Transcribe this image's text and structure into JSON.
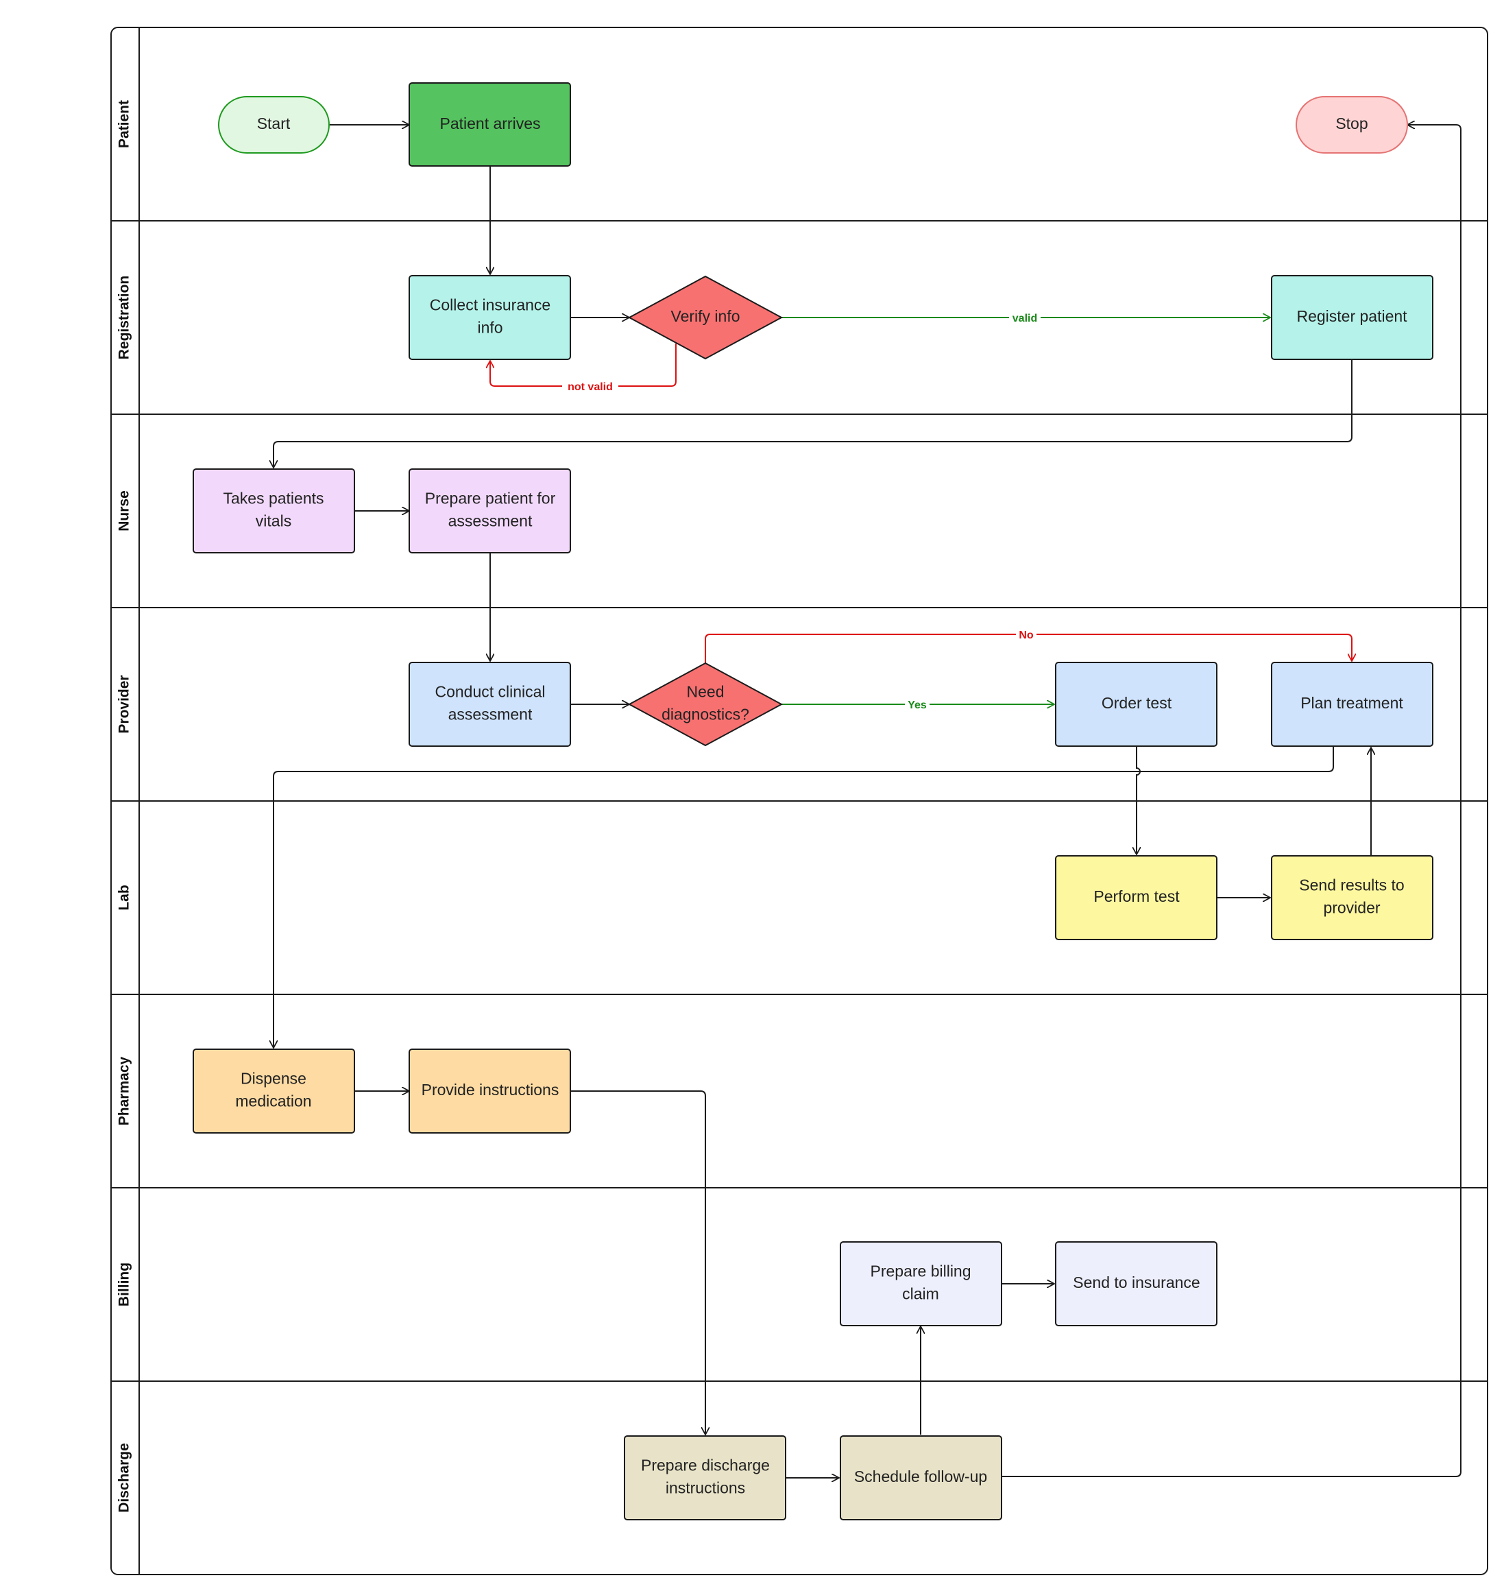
{
  "lanes": [
    {
      "id": "patient",
      "label": "Patient"
    },
    {
      "id": "registration",
      "label": "Registration"
    },
    {
      "id": "nurse",
      "label": "Nurse"
    },
    {
      "id": "provider",
      "label": "Provider"
    },
    {
      "id": "lab",
      "label": "Lab"
    },
    {
      "id": "pharmacy",
      "label": "Pharmacy"
    },
    {
      "id": "billing",
      "label": "Billing"
    },
    {
      "id": "discharge",
      "label": "Discharge"
    }
  ],
  "nodes": {
    "start": {
      "lines": [
        "Start"
      ],
      "fill": "#e2f7e2",
      "stroke": "#1f9a1f"
    },
    "patient_arrives": {
      "lines": [
        "Patient arrives"
      ],
      "fill": "#55c35f",
      "stroke": "#1b1b1b"
    },
    "stop": {
      "lines": [
        "Stop"
      ],
      "fill": "#ffd4d4",
      "stroke": "#e57373"
    },
    "collect_insurance": {
      "lines": [
        "Collect insurance",
        "info"
      ],
      "fill": "#b5f3ea",
      "stroke": "#1b1b1b"
    },
    "verify_info": {
      "lines": [
        "Verify info"
      ],
      "fill": "#f87171",
      "stroke": "#1b1b1b"
    },
    "register_patient": {
      "lines": [
        "Register patient"
      ],
      "fill": "#b5f3ea",
      "stroke": "#1b1b1b"
    },
    "takes_vitals": {
      "lines": [
        "Takes patients",
        "vitals"
      ],
      "fill": "#f2d9fb",
      "stroke": "#1b1b1b"
    },
    "prepare_assessment": {
      "lines": [
        "Prepare patient for",
        "assessment"
      ],
      "fill": "#f2d9fb",
      "stroke": "#1b1b1b"
    },
    "conduct_assessment": {
      "lines": [
        "Conduct clinical",
        "assessment"
      ],
      "fill": "#cfe3fc",
      "stroke": "#1b1b1b"
    },
    "need_diagnostics": {
      "lines": [
        "Need",
        "diagnostics?"
      ],
      "fill": "#f87171",
      "stroke": "#1b1b1b"
    },
    "order_test": {
      "lines": [
        "Order test"
      ],
      "fill": "#cfe3fc",
      "stroke": "#1b1b1b"
    },
    "plan_treatment": {
      "lines": [
        "Plan treatment"
      ],
      "fill": "#cfe3fc",
      "stroke": "#1b1b1b"
    },
    "perform_test": {
      "lines": [
        "Perform test"
      ],
      "fill": "#fdf7a0",
      "stroke": "#1b1b1b"
    },
    "send_results": {
      "lines": [
        "Send results to",
        "provider"
      ],
      "fill": "#fdf7a0",
      "stroke": "#1b1b1b"
    },
    "dispense_medication": {
      "lines": [
        "Dispense",
        "medication"
      ],
      "fill": "#fddba3",
      "stroke": "#1b1b1b"
    },
    "provide_instructions": {
      "lines": [
        "Provide instructions"
      ],
      "fill": "#fddba3",
      "stroke": "#1b1b1b"
    },
    "prepare_billing": {
      "lines": [
        "Prepare billing",
        "claim"
      ],
      "fill": "#eeeffd",
      "stroke": "#1b1b1b"
    },
    "send_insurance": {
      "lines": [
        "Send  to insurance"
      ],
      "fill": "#eeeffd",
      "stroke": "#1b1b1b"
    },
    "prepare_discharge": {
      "lines": [
        "Prepare discharge",
        "instructions"
      ],
      "fill": "#e8e3c8",
      "stroke": "#1b1b1b"
    },
    "schedule_followup": {
      "lines": [
        "Schedule follow-up"
      ],
      "fill": "#e8e3c8",
      "stroke": "#1b1b1b"
    }
  },
  "edge_labels": {
    "valid": "valid",
    "not_valid": "not valid",
    "yes": "Yes",
    "no": "No"
  },
  "colors": {
    "default_edge": "#1b1b1b",
    "positive_edge": "#1a8a1a",
    "negative_edge": "#dd1111"
  }
}
